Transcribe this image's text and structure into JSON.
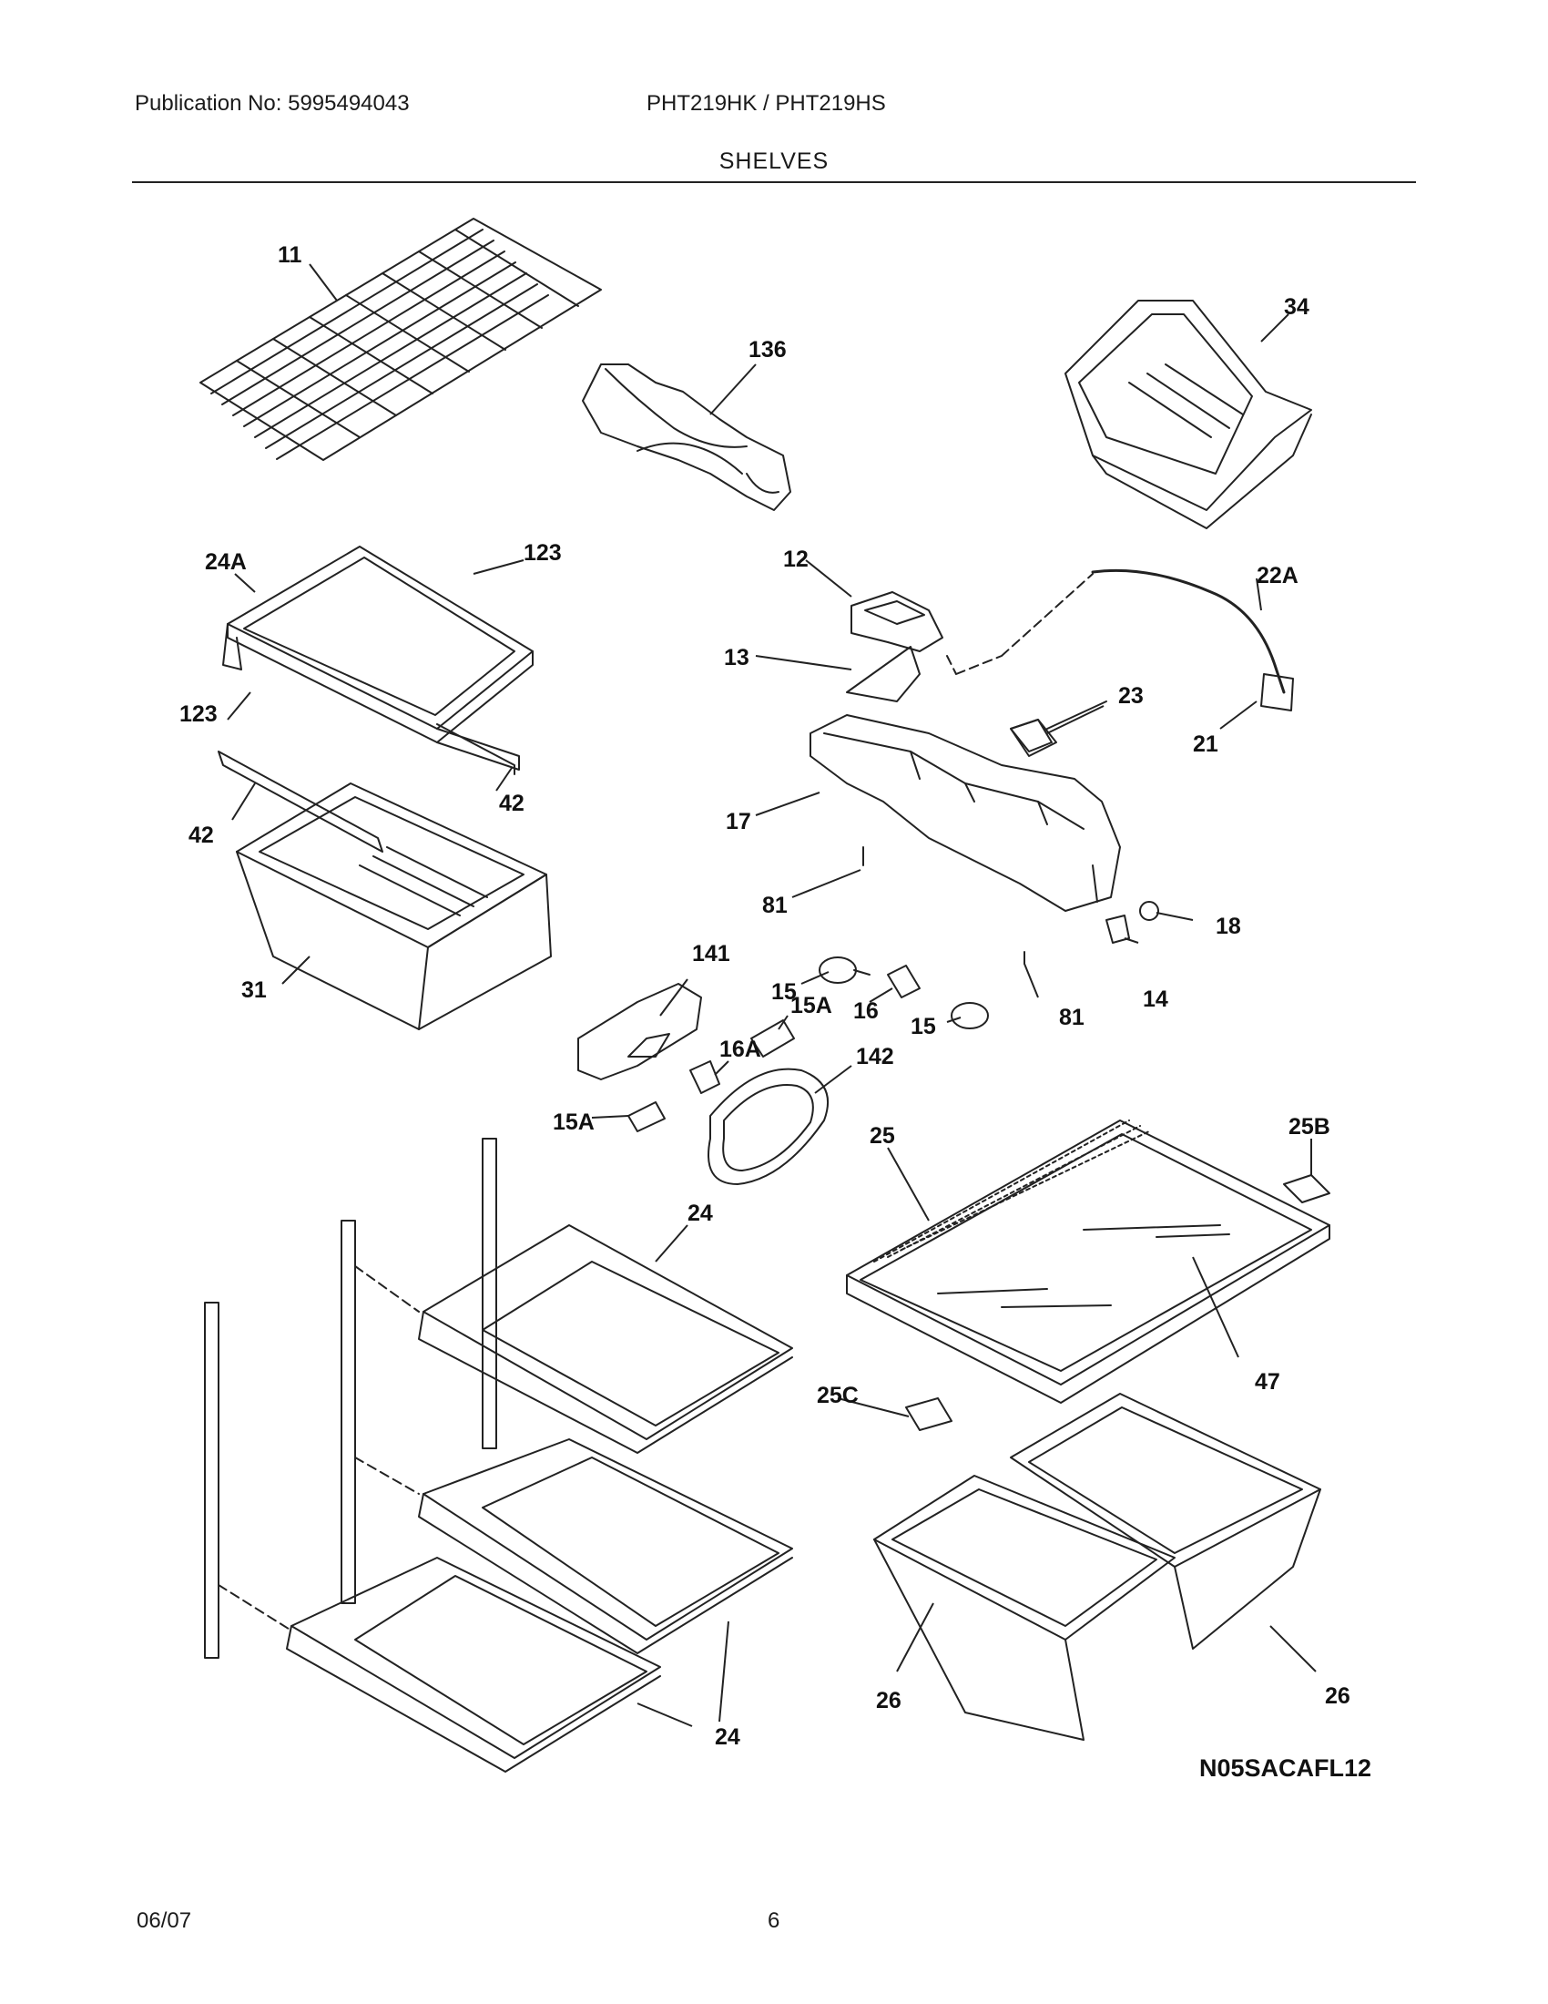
{
  "header": {
    "publication": "Publication No: 5995494043",
    "model": "PHT219HK / PHT219HS",
    "section_title": "SHELVES"
  },
  "parts": {
    "p11": "11",
    "p136": "136",
    "p34": "34",
    "p24A": "24A",
    "p123a": "123",
    "p123b": "123",
    "p42a": "42",
    "p42b": "42",
    "p31": "31",
    "p12": "12",
    "p22A": "22A",
    "p13": "13",
    "p23": "23",
    "p21": "21",
    "p17": "17",
    "p81a": "81",
    "p81b": "81",
    "p18": "18",
    "p14": "14",
    "p141": "141",
    "p15a": "15",
    "p15b": "15",
    "p16": "16",
    "p16A": "16A",
    "p15Aa": "15A",
    "p15Ab": "15A",
    "p142": "142",
    "p25": "25",
    "p25B": "25B",
    "p24a": "24",
    "p24b": "24",
    "p25C": "25C",
    "p47": "47",
    "p26a": "26",
    "p26b": "26"
  },
  "diagram_code": "N05SACAFL12",
  "footer": {
    "date": "06/07",
    "page": "6"
  }
}
